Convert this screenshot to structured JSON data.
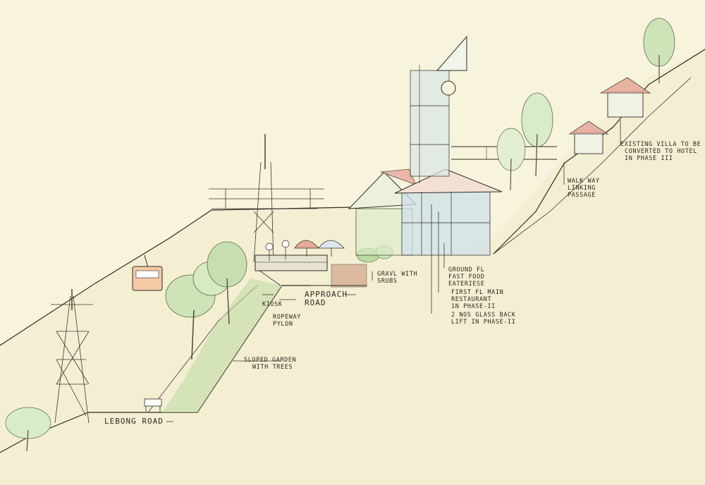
{
  "colors": {
    "paper": "#f7f3dc",
    "ink": "#2f2c26",
    "tree_green": "#bcd9a2",
    "wash_blue": "#cfe2ea",
    "wash_green": "#d9ecc9",
    "roof_red": "#e7a99a",
    "brick": "#c98f78"
  },
  "labels": {
    "lebong_road": "LEBONG ROAD",
    "sloped_garden": [
      "SLOPED GARDEN",
      "WITH TREES"
    ],
    "kiosk": "KIOSK",
    "ropeway_pylon": [
      "ROPEWAY",
      "PYLON"
    ],
    "approach_road": [
      "APPROACH",
      "ROAD"
    ],
    "gravel": [
      "GRAVL WITH",
      "SRUBS"
    ],
    "ground_floor": [
      "GROUND FL",
      "FAST FOOD",
      "EATERIESE"
    ],
    "first_floor": [
      "FIRST FL MAIN",
      "RESTAURANT",
      "1N PHASE-II"
    ],
    "glass_lift": [
      "2 NOS GLASS BACK",
      "LIFT IN PHASE-II"
    ],
    "walkway": [
      "WALK WAY",
      "LINKING",
      "PASSAGE"
    ],
    "villa": [
      "EXISTING VILLA TO BE",
      "CONVERTED TO HOTEL",
      "IN PHASE III"
    ]
  },
  "icons": {
    "cable_car": "cable-car-icon",
    "umbrella": "umbrella-icon",
    "tree": "tree-icon",
    "bench": "bench-icon",
    "lamp": "lamp-icon"
  }
}
